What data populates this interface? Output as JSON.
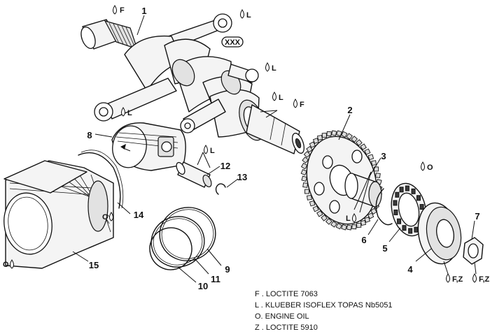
{
  "callouts": {
    "n1": "1",
    "n2": "2",
    "n3": "3",
    "n4": "4",
    "n5": "5",
    "n6": "6",
    "n7": "7",
    "n8": "8",
    "n9": "9",
    "n10": "10",
    "n11": "11",
    "n12": "12",
    "n13": "13",
    "n14": "14",
    "n15": "15"
  },
  "codes": {
    "crank_f": "F",
    "crank_l_top": "L",
    "crank_l_mid": "L",
    "crank_l_left": "L",
    "crank_l_journal": "L",
    "crank_f_gear": "F",
    "rod_l": "L",
    "gear_l": "L",
    "gear_o": "O",
    "cyl_o": "O",
    "cyl_o_bottom": "O",
    "fz_bearing": "F,Z",
    "fz_nut": "F,Z",
    "xxx": "XXX"
  },
  "legend": [
    "F . LOCTITE 7063",
    "L . KLUEBER ISOFLEX TOPAS Nb5051",
    "O. ENGINE OIL",
    "Z . LOCTITE 5910"
  ]
}
